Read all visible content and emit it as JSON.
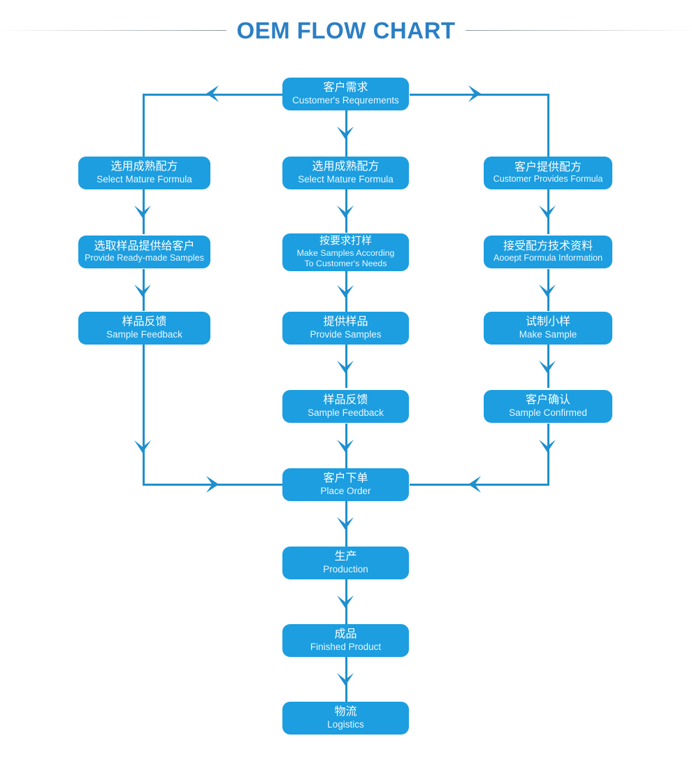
{
  "page": {
    "title": "OEM FLOW CHART",
    "accent_color": "#1c9ee0",
    "line_color": "#1f8fce",
    "title_color": "#2b7fc4",
    "background": "#ffffff"
  },
  "chart_data": {
    "type": "diagram",
    "title": "OEM FLOW CHART",
    "orientation": "top-down, three parallel branches converging",
    "nodes": [
      {
        "id": "start",
        "cn": "客户需求",
        "en": "Customer's Requrements",
        "branch": "center",
        "row": 0
      },
      {
        "id": "left1",
        "cn": "选用成熟配方",
        "en": "Select Mature Formula",
        "branch": "left",
        "row": 1
      },
      {
        "id": "center1",
        "cn": "选用成熟配方",
        "en": "Select Mature Formula",
        "branch": "center",
        "row": 1
      },
      {
        "id": "right1",
        "cn": "客户提供配方",
        "en": "Customer Provides Formula",
        "branch": "right",
        "row": 1
      },
      {
        "id": "left2",
        "cn": "选取样品提供给客户",
        "en": "Provide Ready-made Samples",
        "branch": "left",
        "row": 2
      },
      {
        "id": "center2",
        "cn": "按要求打样",
        "en": "Make Samples According To Customer's Needs",
        "branch": "center",
        "row": 2
      },
      {
        "id": "right2",
        "cn": "接受配方技术资料",
        "en": "Aooept Formula Information",
        "branch": "right",
        "row": 2
      },
      {
        "id": "left3",
        "cn": "样品反馈",
        "en": "Sample Feedback",
        "branch": "left",
        "row": 3
      },
      {
        "id": "center3",
        "cn": "提供样品",
        "en": "Provide Samples",
        "branch": "center",
        "row": 3
      },
      {
        "id": "right3",
        "cn": "试制小样",
        "en": "Make Sample",
        "branch": "right",
        "row": 3
      },
      {
        "id": "center4",
        "cn": "样品反馈",
        "en": "Sample Feedback",
        "branch": "center",
        "row": 4
      },
      {
        "id": "right4",
        "cn": "客户确认",
        "en": "Sample Confirmed",
        "branch": "right",
        "row": 4
      },
      {
        "id": "order",
        "cn": "客户下单",
        "en": "Place Order",
        "branch": "center",
        "row": 5
      },
      {
        "id": "production",
        "cn": "生产",
        "en": "Production",
        "branch": "center",
        "row": 6
      },
      {
        "id": "finished",
        "cn": "成品",
        "en": "Finished Product",
        "branch": "center",
        "row": 7
      },
      {
        "id": "logistics",
        "cn": "物流",
        "en": "Logistics",
        "branch": "center",
        "row": 8
      }
    ],
    "edges": [
      {
        "from": "start",
        "to": "left1",
        "style": "elbow-left"
      },
      {
        "from": "start",
        "to": "center1",
        "style": "straight-down"
      },
      {
        "from": "start",
        "to": "right1",
        "style": "elbow-right"
      },
      {
        "from": "left1",
        "to": "left2",
        "style": "straight-down"
      },
      {
        "from": "left2",
        "to": "left3",
        "style": "straight-down"
      },
      {
        "from": "left3",
        "to": "order",
        "style": "elbow-down-right"
      },
      {
        "from": "center1",
        "to": "center2",
        "style": "straight-down"
      },
      {
        "from": "center2",
        "to": "center3",
        "style": "straight-down"
      },
      {
        "from": "center3",
        "to": "center4",
        "style": "straight-down"
      },
      {
        "from": "center4",
        "to": "order",
        "style": "straight-down"
      },
      {
        "from": "right1",
        "to": "right2",
        "style": "straight-down"
      },
      {
        "from": "right2",
        "to": "right3",
        "style": "straight-down"
      },
      {
        "from": "right3",
        "to": "right4",
        "style": "straight-down"
      },
      {
        "from": "right4",
        "to": "order",
        "style": "elbow-down-left"
      },
      {
        "from": "order",
        "to": "production",
        "style": "straight-down"
      },
      {
        "from": "production",
        "to": "finished",
        "style": "straight-down"
      },
      {
        "from": "finished",
        "to": "logistics",
        "style": "straight-down"
      }
    ]
  },
  "nodes": {
    "start": {
      "cn": "客户需求",
      "en": "Customer's Requrements"
    },
    "left1": {
      "cn": "选用成熟配方",
      "en": "Select Mature Formula"
    },
    "center1": {
      "cn": "选用成熟配方",
      "en": "Select Mature Formula"
    },
    "right1": {
      "cn": "客户提供配方",
      "en": "Customer Provides Formula"
    },
    "left2": {
      "cn": "选取样品提供给客户",
      "en": "Provide Ready-made Samples"
    },
    "center2": {
      "cn": "按要求打样",
      "en1": "Make Samples According",
      "en2": "To Customer's Needs"
    },
    "right2": {
      "cn": "接受配方技术资料",
      "en": "Aooept Formula Information"
    },
    "left3": {
      "cn": "样品反馈",
      "en": "Sample Feedback"
    },
    "center3": {
      "cn": "提供样品",
      "en": "Provide Samples"
    },
    "right3": {
      "cn": "试制小样",
      "en": "Make Sample"
    },
    "center4": {
      "cn": "样品反馈",
      "en": "Sample Feedback"
    },
    "right4": {
      "cn": "客户确认",
      "en": "Sample Confirmed"
    },
    "order": {
      "cn": "客户下单",
      "en": "Place Order"
    },
    "production": {
      "cn": "生产",
      "en": "Production"
    },
    "finished": {
      "cn": "成品",
      "en": "Finished Product"
    },
    "logistics": {
      "cn": "物流",
      "en": "Logistics"
    }
  }
}
